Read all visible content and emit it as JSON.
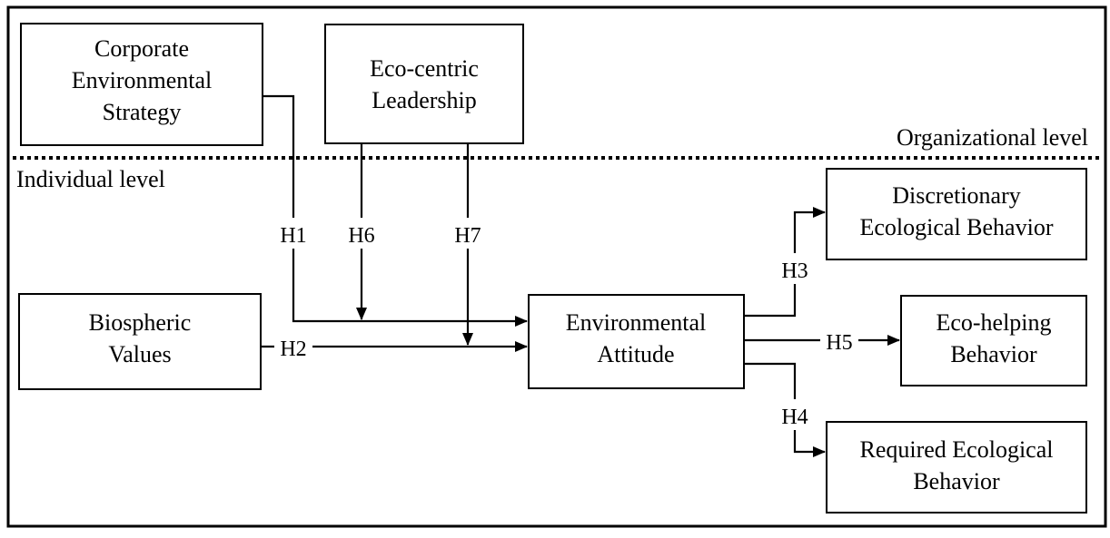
{
  "levels": {
    "organizational": "Organizational level",
    "individual": "Individual level"
  },
  "nodes": {
    "ces": [
      "Corporate",
      "Environmental",
      "Strategy"
    ],
    "ecl": [
      "Eco-centric",
      "Leadership"
    ],
    "bv": [
      "Biospheric",
      "Values"
    ],
    "ea": [
      "Environmental",
      "Attitude"
    ],
    "deb": [
      "Discretionary",
      "Ecological Behavior"
    ],
    "ehb": [
      "Eco-helping",
      "Behavior"
    ],
    "reb": [
      "Required Ecological",
      "Behavior"
    ]
  },
  "hypotheses": {
    "h1": "H1",
    "h2": "H2",
    "h3": "H3",
    "h4": "H4",
    "h5": "H5",
    "h6": "H6",
    "h7": "H7"
  }
}
